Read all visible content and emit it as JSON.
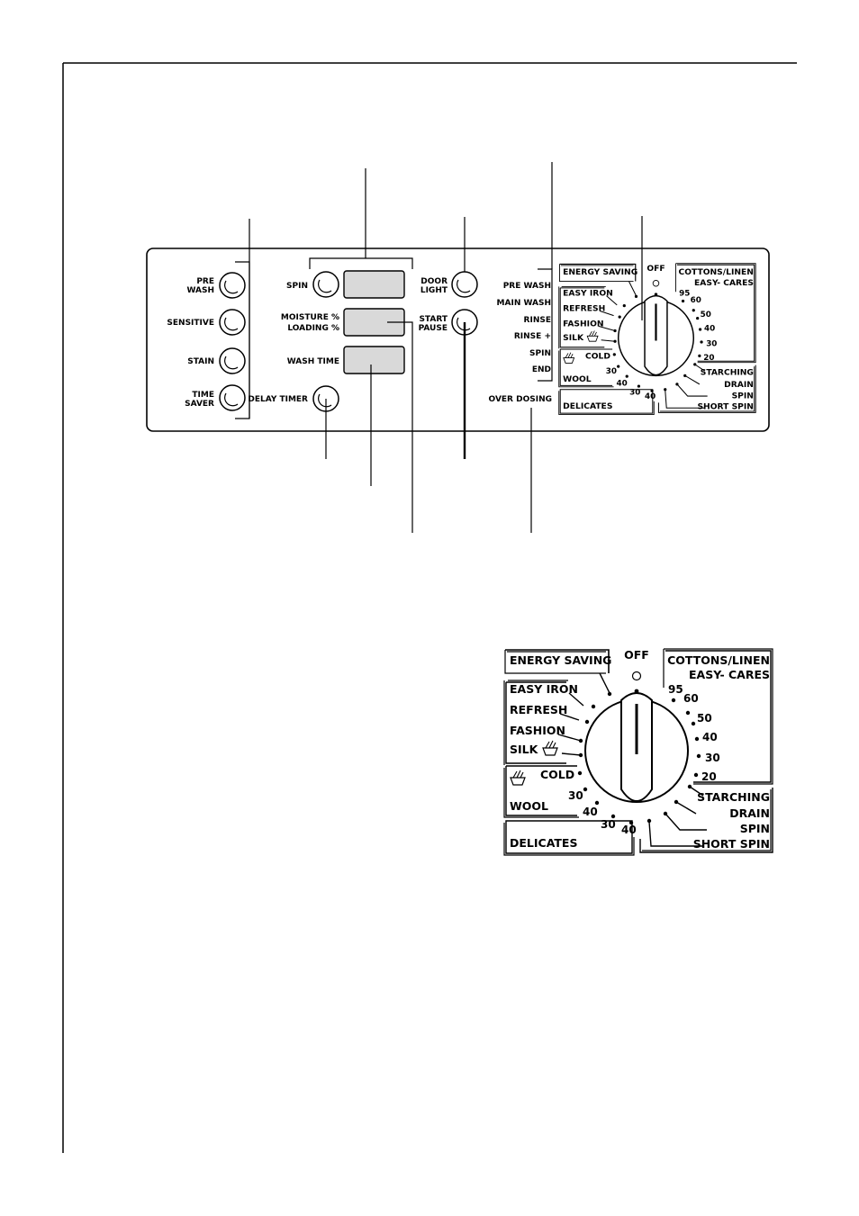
{
  "panel": {
    "buttons_left": [
      {
        "label_line1": "PRE",
        "label_line2": "WASH"
      },
      {
        "label_line1": "SENSITIVE",
        "label_line2": ""
      },
      {
        "label_line1": "STAIN",
        "label_line2": ""
      },
      {
        "label_line1": "TIME",
        "label_line2": "SAVER"
      }
    ],
    "spin_label": "SPIN",
    "moisture_label": "MOISTURE %",
    "loading_label": "LOADING %",
    "wash_time_label": "WASH TIME",
    "delay_timer_label": "DELAY TIMER",
    "door_light_line1": "DOOR",
    "door_light_line2": "LIGHT",
    "start_pause_line1": "START",
    "start_pause_line2": "PAUSE",
    "phases": [
      "PRE WASH",
      "MAIN WASH",
      "RINSE",
      "RINSE +",
      "SPIN",
      "END"
    ],
    "over_dosing": "OVER DOSING"
  },
  "dial": {
    "off": "OFF",
    "energy_saving": "ENERGY SAVING",
    "left_programs": [
      "EASY IRON",
      "REFRESH",
      "FASHION",
      "SILK"
    ],
    "cold": "COLD",
    "wool": "WOOL",
    "wool_temps": [
      "30",
      "40"
    ],
    "delicates": "DELICATES",
    "delicates_temps": [
      "30",
      "40"
    ],
    "cottons_line1": "COTTONS/LINEN",
    "cottons_line2": "EASY- CARES",
    "cotton_temps": [
      "95",
      "60",
      "50",
      "40",
      "30",
      "20"
    ],
    "right_programs": [
      "STARCHING",
      "DRAIN",
      "SPIN",
      "SHORT SPIN"
    ],
    "handwash_icon": "handwash-tub-icon"
  }
}
